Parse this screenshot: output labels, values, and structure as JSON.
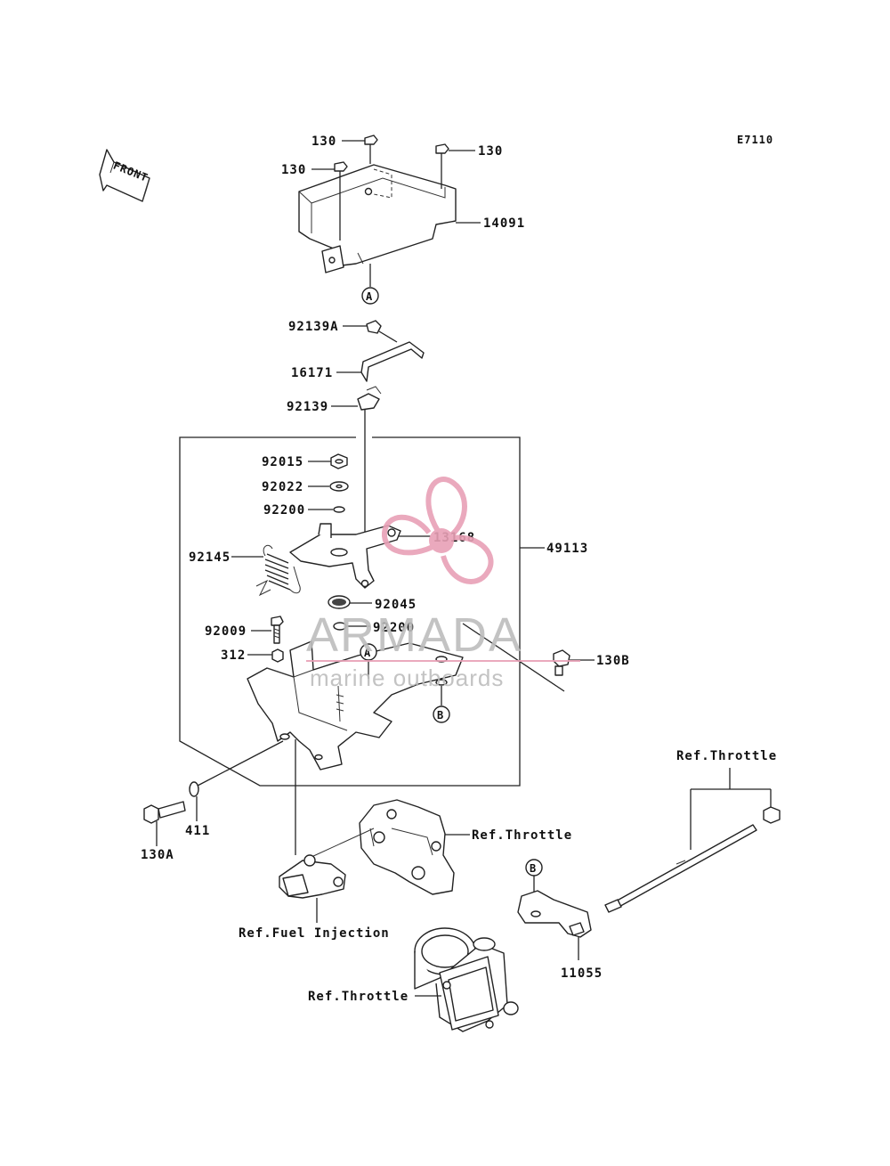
{
  "diagram_code": "E7110",
  "front_arrow_label": "FRONT",
  "watermark": {
    "brand": "ARMADA",
    "tagline": "marine outboards",
    "logo_color": "#e8a0b6"
  },
  "callouts": {
    "a_top": "A",
    "a_mid": "A",
    "b_mid": "B",
    "b_low": "B"
  },
  "parts": {
    "p130_a": "130",
    "p130_b": "130",
    "p130_c": "130",
    "p14091": "14091",
    "p92139A": "92139A",
    "p16171": "16171",
    "p92139": "92139",
    "p92015": "92015",
    "p92022": "92022",
    "p92200_top": "92200",
    "p13168": "13168",
    "p49113": "49113",
    "p92145": "92145",
    "p92045": "92045",
    "p92009": "92009",
    "p92200_bot": "92200",
    "p312": "312",
    "p130B": "130B",
    "p130A": "130A",
    "p411": "411",
    "ref_throttle_top": "Ref.Throttle",
    "ref_throttle_mid": "Ref.Throttle",
    "ref_fuel_injection": "Ref.Fuel Injection",
    "ref_throttle_bot": "Ref.Throttle",
    "p11055": "11055"
  }
}
